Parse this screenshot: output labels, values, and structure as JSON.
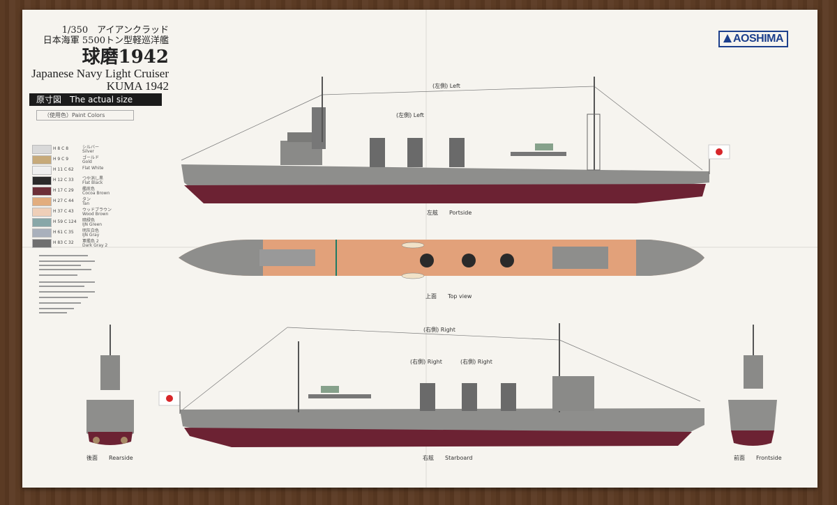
{
  "title": {
    "scale": "1/350　アイアンクラッド",
    "subtitle": "日本海軍 5500トン型軽巡洋艦",
    "name": "球磨1942",
    "english": "Japanese Navy Light Cruiser",
    "english_name": "KUMA  1942",
    "actual_size": "原寸図　The actual size",
    "paint_colors": "（使用色）Paint Colors"
  },
  "logo": "AOSHIMA",
  "paints": [
    {
      "hcode": "H",
      "hnum": "8",
      "ccode": "C",
      "cnum": "8",
      "jp": "シルバー",
      "en": "Silver",
      "color": "#d9d9d9"
    },
    {
      "hcode": "H",
      "hnum": "9",
      "ccode": "C",
      "cnum": "9",
      "jp": "ゴールド",
      "en": "Gold",
      "color": "#c7aa7a"
    },
    {
      "hcode": "H",
      "hnum": "11",
      "ccode": "C",
      "cnum": "62",
      "jp": "",
      "en": "Flat White",
      "color": "#efefef"
    },
    {
      "hcode": "H",
      "hnum": "12",
      "ccode": "C",
      "cnum": "33",
      "jp": "つや消し黒",
      "en": "Flat Black",
      "color": "#2a2a2a"
    },
    {
      "hcode": "H",
      "hnum": "17",
      "ccode": "C",
      "cnum": "29",
      "jp": "艦底色",
      "en": "Cocoa Brown",
      "color": "#6d2f38"
    },
    {
      "hcode": "H",
      "hnum": "27",
      "ccode": "C",
      "cnum": "44",
      "jp": "タン",
      "en": "Tan",
      "color": "#e2ad7e"
    },
    {
      "hcode": "H",
      "hnum": "37",
      "ccode": "C",
      "cnum": "43",
      "jp": "ウッドブラウン",
      "en": "Wood Brown",
      "color": "#efcfb8"
    },
    {
      "hcode": "H",
      "hnum": "59",
      "ccode": "C",
      "cnum": "124",
      "jp": "暗緑色",
      "en": "IJN Green",
      "color": "#88a7a8"
    },
    {
      "hcode": "H",
      "hnum": "61",
      "ccode": "C",
      "cnum": "35",
      "jp": "明灰白色",
      "en": "IJN Gray",
      "color": "#a9b0bc"
    },
    {
      "hcode": "H",
      "hnum": "83",
      "ccode": "C",
      "cnum": "32",
      "jp": "軍艦色 2",
      "en": "Dark Gray 2",
      "color": "#6f6f6f"
    }
  ],
  "labels": {
    "left_top": "(左側) Left",
    "left_mid": "(左側) Left",
    "portside": "左舷　　Portside",
    "topview": "上面　　Top view",
    "right_top": "(右側) Right",
    "right_a": "(右側) Right",
    "right_b": "(右側) Right",
    "starboard": "右舷　　Starboard",
    "rearside": "後面　　Rearside",
    "frontside": "前面　　Frontside"
  },
  "colors": {
    "hull_gray": "#8e8e8c",
    "hull_red": "#6c2233",
    "deck": "#e2a17a",
    "funnel": "#6a6a6a",
    "flag_red": "#d7262a"
  }
}
